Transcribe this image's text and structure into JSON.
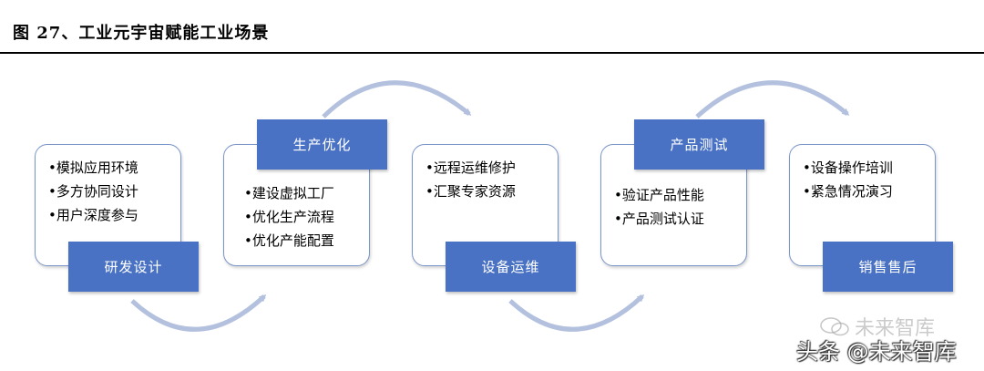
{
  "figure": {
    "title": "图 27、工业元宇宙赋能工业场景"
  },
  "stages": [
    {
      "label": "研发设计",
      "items": [
        "•模拟应用环境",
        "•多方协同设计",
        "•用户深度参与"
      ]
    },
    {
      "label": "生产优化",
      "items": [
        "•建设虚拟工厂",
        "•优化生产流程",
        "•优化产能配置"
      ]
    },
    {
      "label": "设备运维",
      "items": [
        "•远程运维修护",
        "•汇聚专家资源"
      ]
    },
    {
      "label": "产品测试",
      "items": [
        "•验证产品性能",
        "•产品测试认证"
      ]
    },
    {
      "label": "销售售后",
      "items": [
        "•设备操作培训",
        "•紧急情况演习"
      ]
    }
  ],
  "watermark": {
    "line1": "未来智库",
    "line2": "头条 @未来智库"
  },
  "colors": {
    "label_fill": "#4a72c4",
    "card_border": "#7a95c8",
    "arrow": "#b3c1df"
  }
}
